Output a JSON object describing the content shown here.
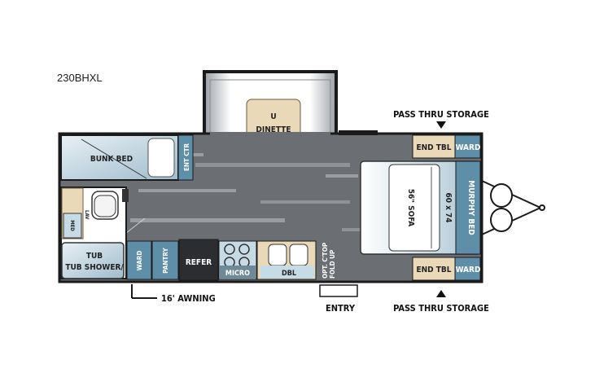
{
  "model": "230BHXL",
  "labels": {
    "dinette_line1": "U",
    "dinette_line2": "DINETTE",
    "pass_thru_top": "PASS THRU STORAGE",
    "pass_thru_bottom": "PASS THRU STORAGE",
    "end_tbl_top": "END TBL",
    "ward_top": "WARD",
    "end_tbl_bottom": "END TBL",
    "ward_bottom": "WARD",
    "bunk_bed": "BUNK BED",
    "ent_ctr": "ENT CTR",
    "sofa_size": "56\" SOFA",
    "bed_size": "60 x 74",
    "murphy_bed": "MURPHY BED",
    "tub_shower": "TUB SHOWER/",
    "ward_bath": "WARD",
    "pantry": "PANTRY",
    "refer": "REFER",
    "micro": "MICRO",
    "dbl": "DBL",
    "opt_top_line1": "OPT. C'TOP",
    "opt_top_line2": "FOLD UP",
    "awning": "16' AWNING",
    "entry": "ENTRY",
    "lav": "LAV",
    "med": "MED"
  },
  "colors": {
    "wall": "#1a1a1a",
    "floor_dark": "#6b6e73",
    "floor_light": "#9a9ca0",
    "cabinet": "#e9d9b8",
    "fixture": "#c7dbe6",
    "appliance": "#2b2d30"
  }
}
